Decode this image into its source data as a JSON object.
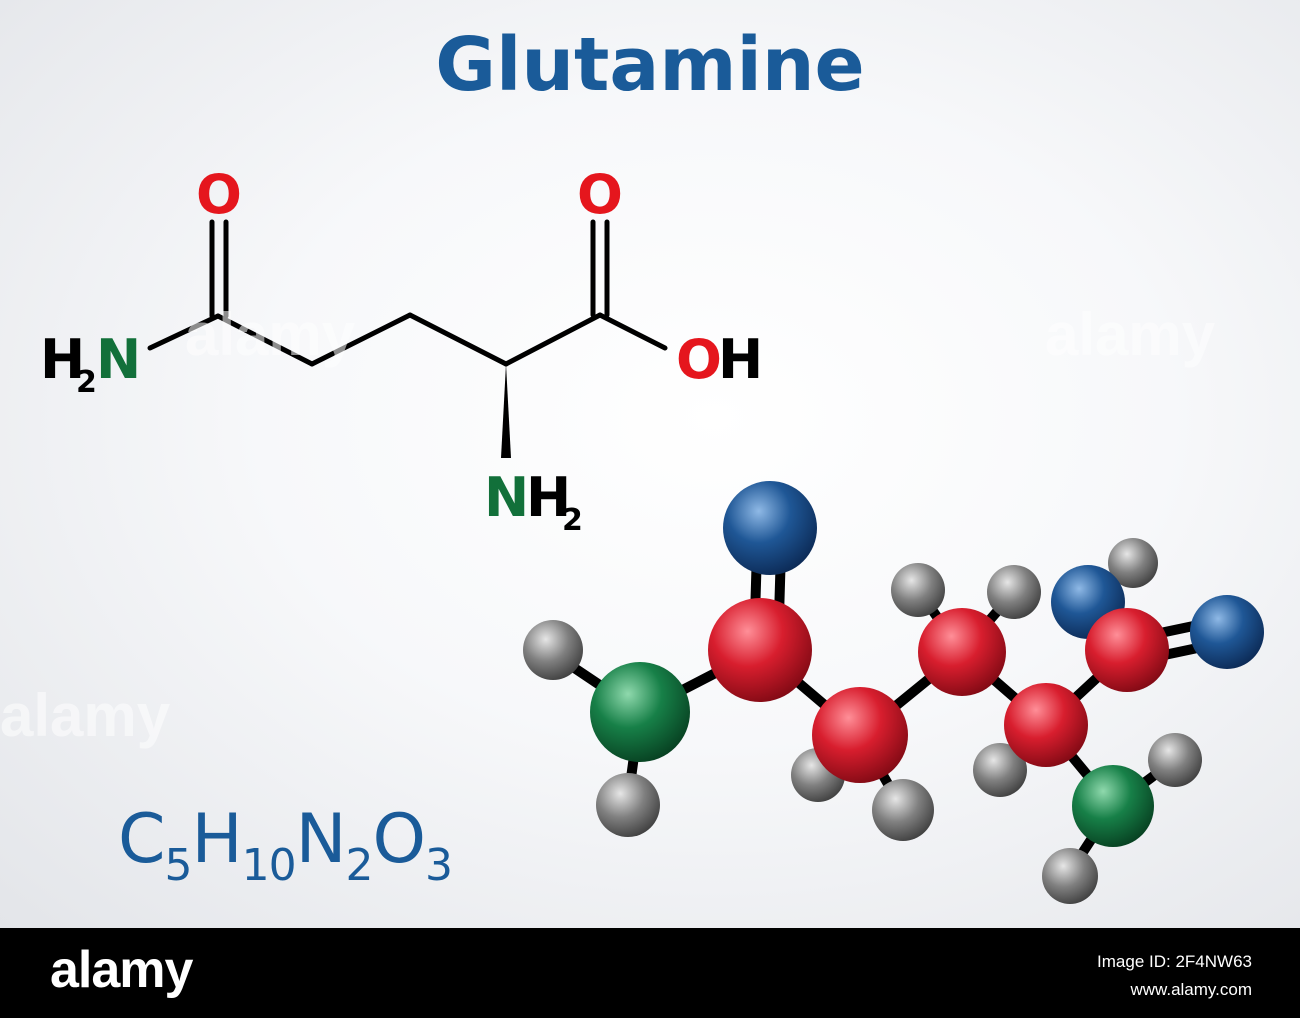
{
  "title": "Glutamine",
  "structure": {
    "amide_oxygen": "O",
    "acid_oxygen": "O",
    "amide_h": "H",
    "amide_h_sub": "2",
    "amide_n": "N",
    "hydroxyl_o": "O",
    "hydroxyl_h": "H",
    "amine_n": "N",
    "amine_h": "H",
    "amine_h_sub": "2"
  },
  "formula": {
    "c": "C",
    "c_n": "5",
    "h": "H",
    "h_n": "10",
    "n": "N",
    "n_n": "2",
    "o": "O",
    "o_n": "3"
  },
  "colors": {
    "title": "#1a5b99",
    "oxygen_label": "#e5161d",
    "nitrogen_label": "#12703a",
    "carbon_ball": "#d01b2a",
    "oxygen_ball": "#1c4f8a",
    "nitrogen_ball": "#157a45",
    "hydrogen_ball": "#777777"
  },
  "watermark": "alamy",
  "footer": {
    "brand": "alamy",
    "image_id": "Image ID: 2F4NW63",
    "site": "www.alamy.com"
  }
}
